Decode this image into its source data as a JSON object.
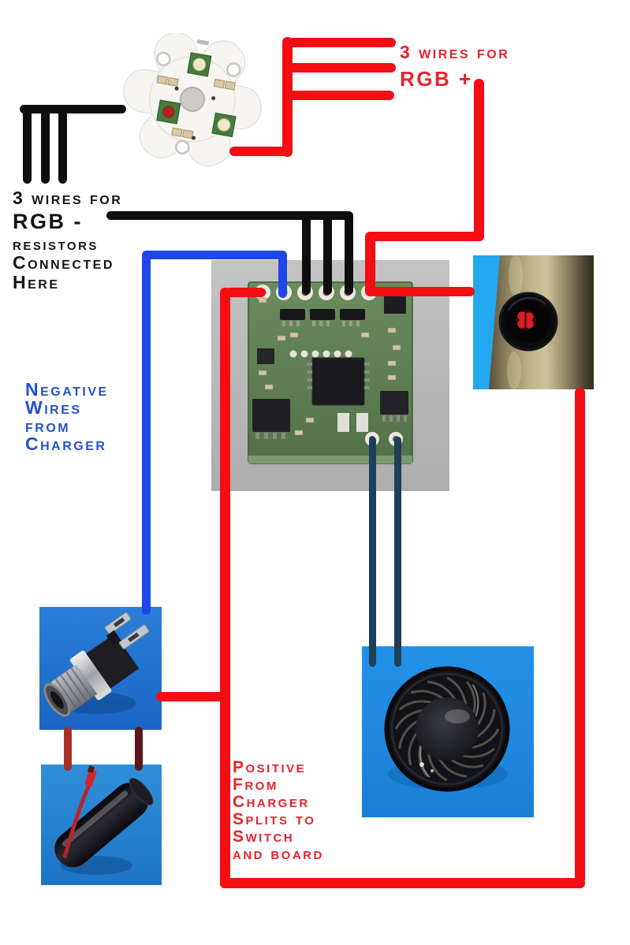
{
  "annotations": {
    "rgb_plus": {
      "color": "#e8232b",
      "lines": [
        "3 wires for",
        "RGB +"
      ]
    },
    "rgb_minus": {
      "color": "#141414",
      "lines": [
        "3 wires for",
        "RGB -",
        "resistors",
        "Connected",
        "Here"
      ]
    },
    "negative_charger": {
      "color": "#2451cf",
      "lines": [
        "Negative",
        "Wires",
        "from",
        "Charger"
      ]
    },
    "positive_charger": {
      "color": "#e8232b",
      "lines": [
        "Positive",
        "From",
        "Charger",
        "Splits to",
        "Switch",
        "and board"
      ]
    }
  },
  "wire_colors": {
    "rgb_positive": "#f50d14",
    "rgb_negative": "#0e0e0e",
    "charger_negative": "#1f46e8",
    "speaker_wires": "#1d3f58",
    "battery_lead_bright": "#a83026",
    "battery_lead_dark": "#5c1717"
  },
  "photo_colors": {
    "blue_background": "#1f86dd",
    "board_backdrop_gray": "#b9b9b9"
  },
  "images": {
    "led_star": "rgb-led-star-pcb-photo",
    "driver_board": "driver-circuit-board-photo",
    "switch": "flashlight-switch-photo",
    "dc_jack": "dc-power-jack-photo",
    "battery": "battery-cell-photo",
    "speaker": "speaker-photo"
  }
}
